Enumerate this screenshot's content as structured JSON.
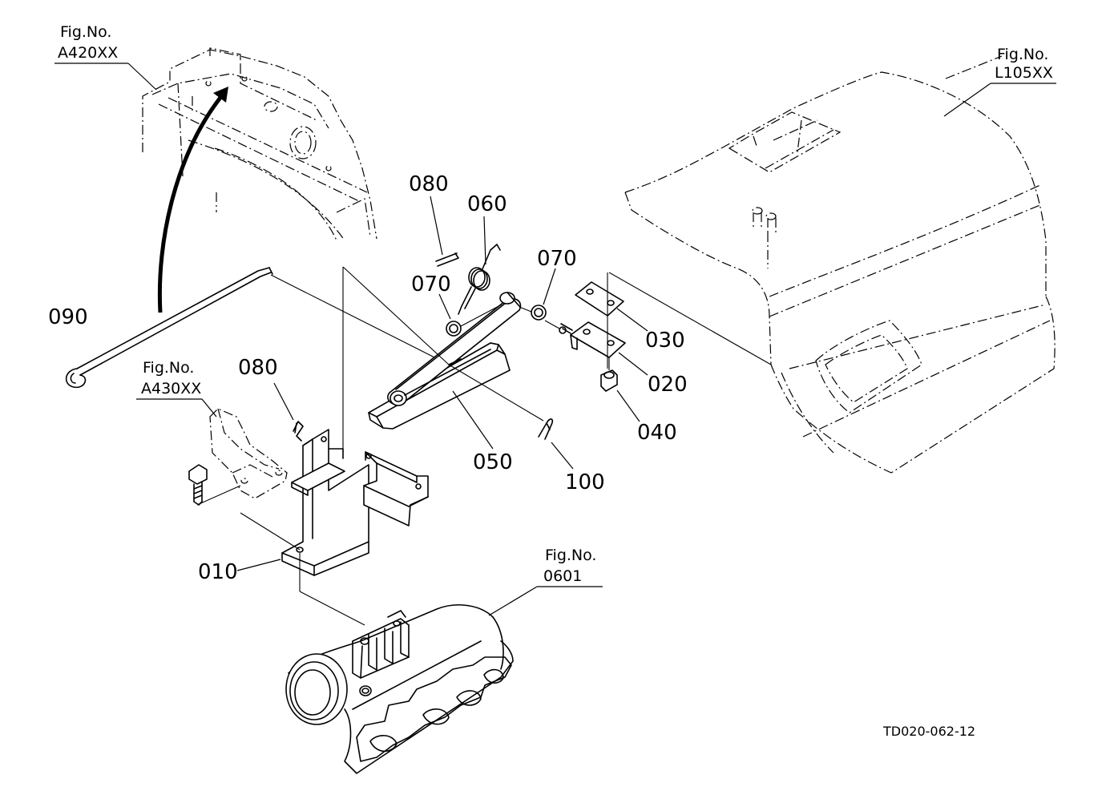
{
  "figure_refs": {
    "top_left": {
      "label": "Fig.No.",
      "code": "A420XX"
    },
    "top_right": {
      "label": "Fig.No.",
      "code": "L105XX"
    },
    "middle_left": {
      "label": "Fig.No.",
      "code": "A430XX"
    },
    "bottom": {
      "label": "Fig.No.",
      "code": "0601"
    }
  },
  "parts": {
    "p010": "010",
    "p020": "020",
    "p030": "030",
    "p040": "040",
    "p050": "050",
    "p060": "060",
    "p070_left": "070",
    "p070_right": "070",
    "p080_top": "080",
    "p080_left": "080",
    "p090": "090",
    "p100": "100"
  },
  "drawing_code": "TD020-062-12",
  "colors": {
    "line": "#000000",
    "background": "#ffffff"
  }
}
